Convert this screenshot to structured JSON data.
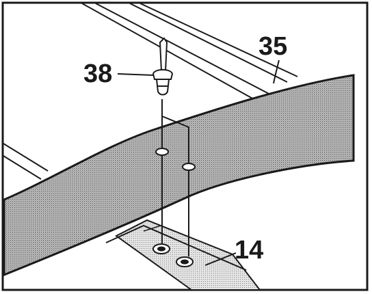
{
  "callouts": {
    "rivet": "38",
    "strap": "35",
    "base_plate": "14"
  },
  "colors": {
    "ink": "#1a1a1a",
    "strap_shade": "#a8a8a8",
    "plate_shade": "#c9c9c9",
    "background": "#ffffff"
  }
}
